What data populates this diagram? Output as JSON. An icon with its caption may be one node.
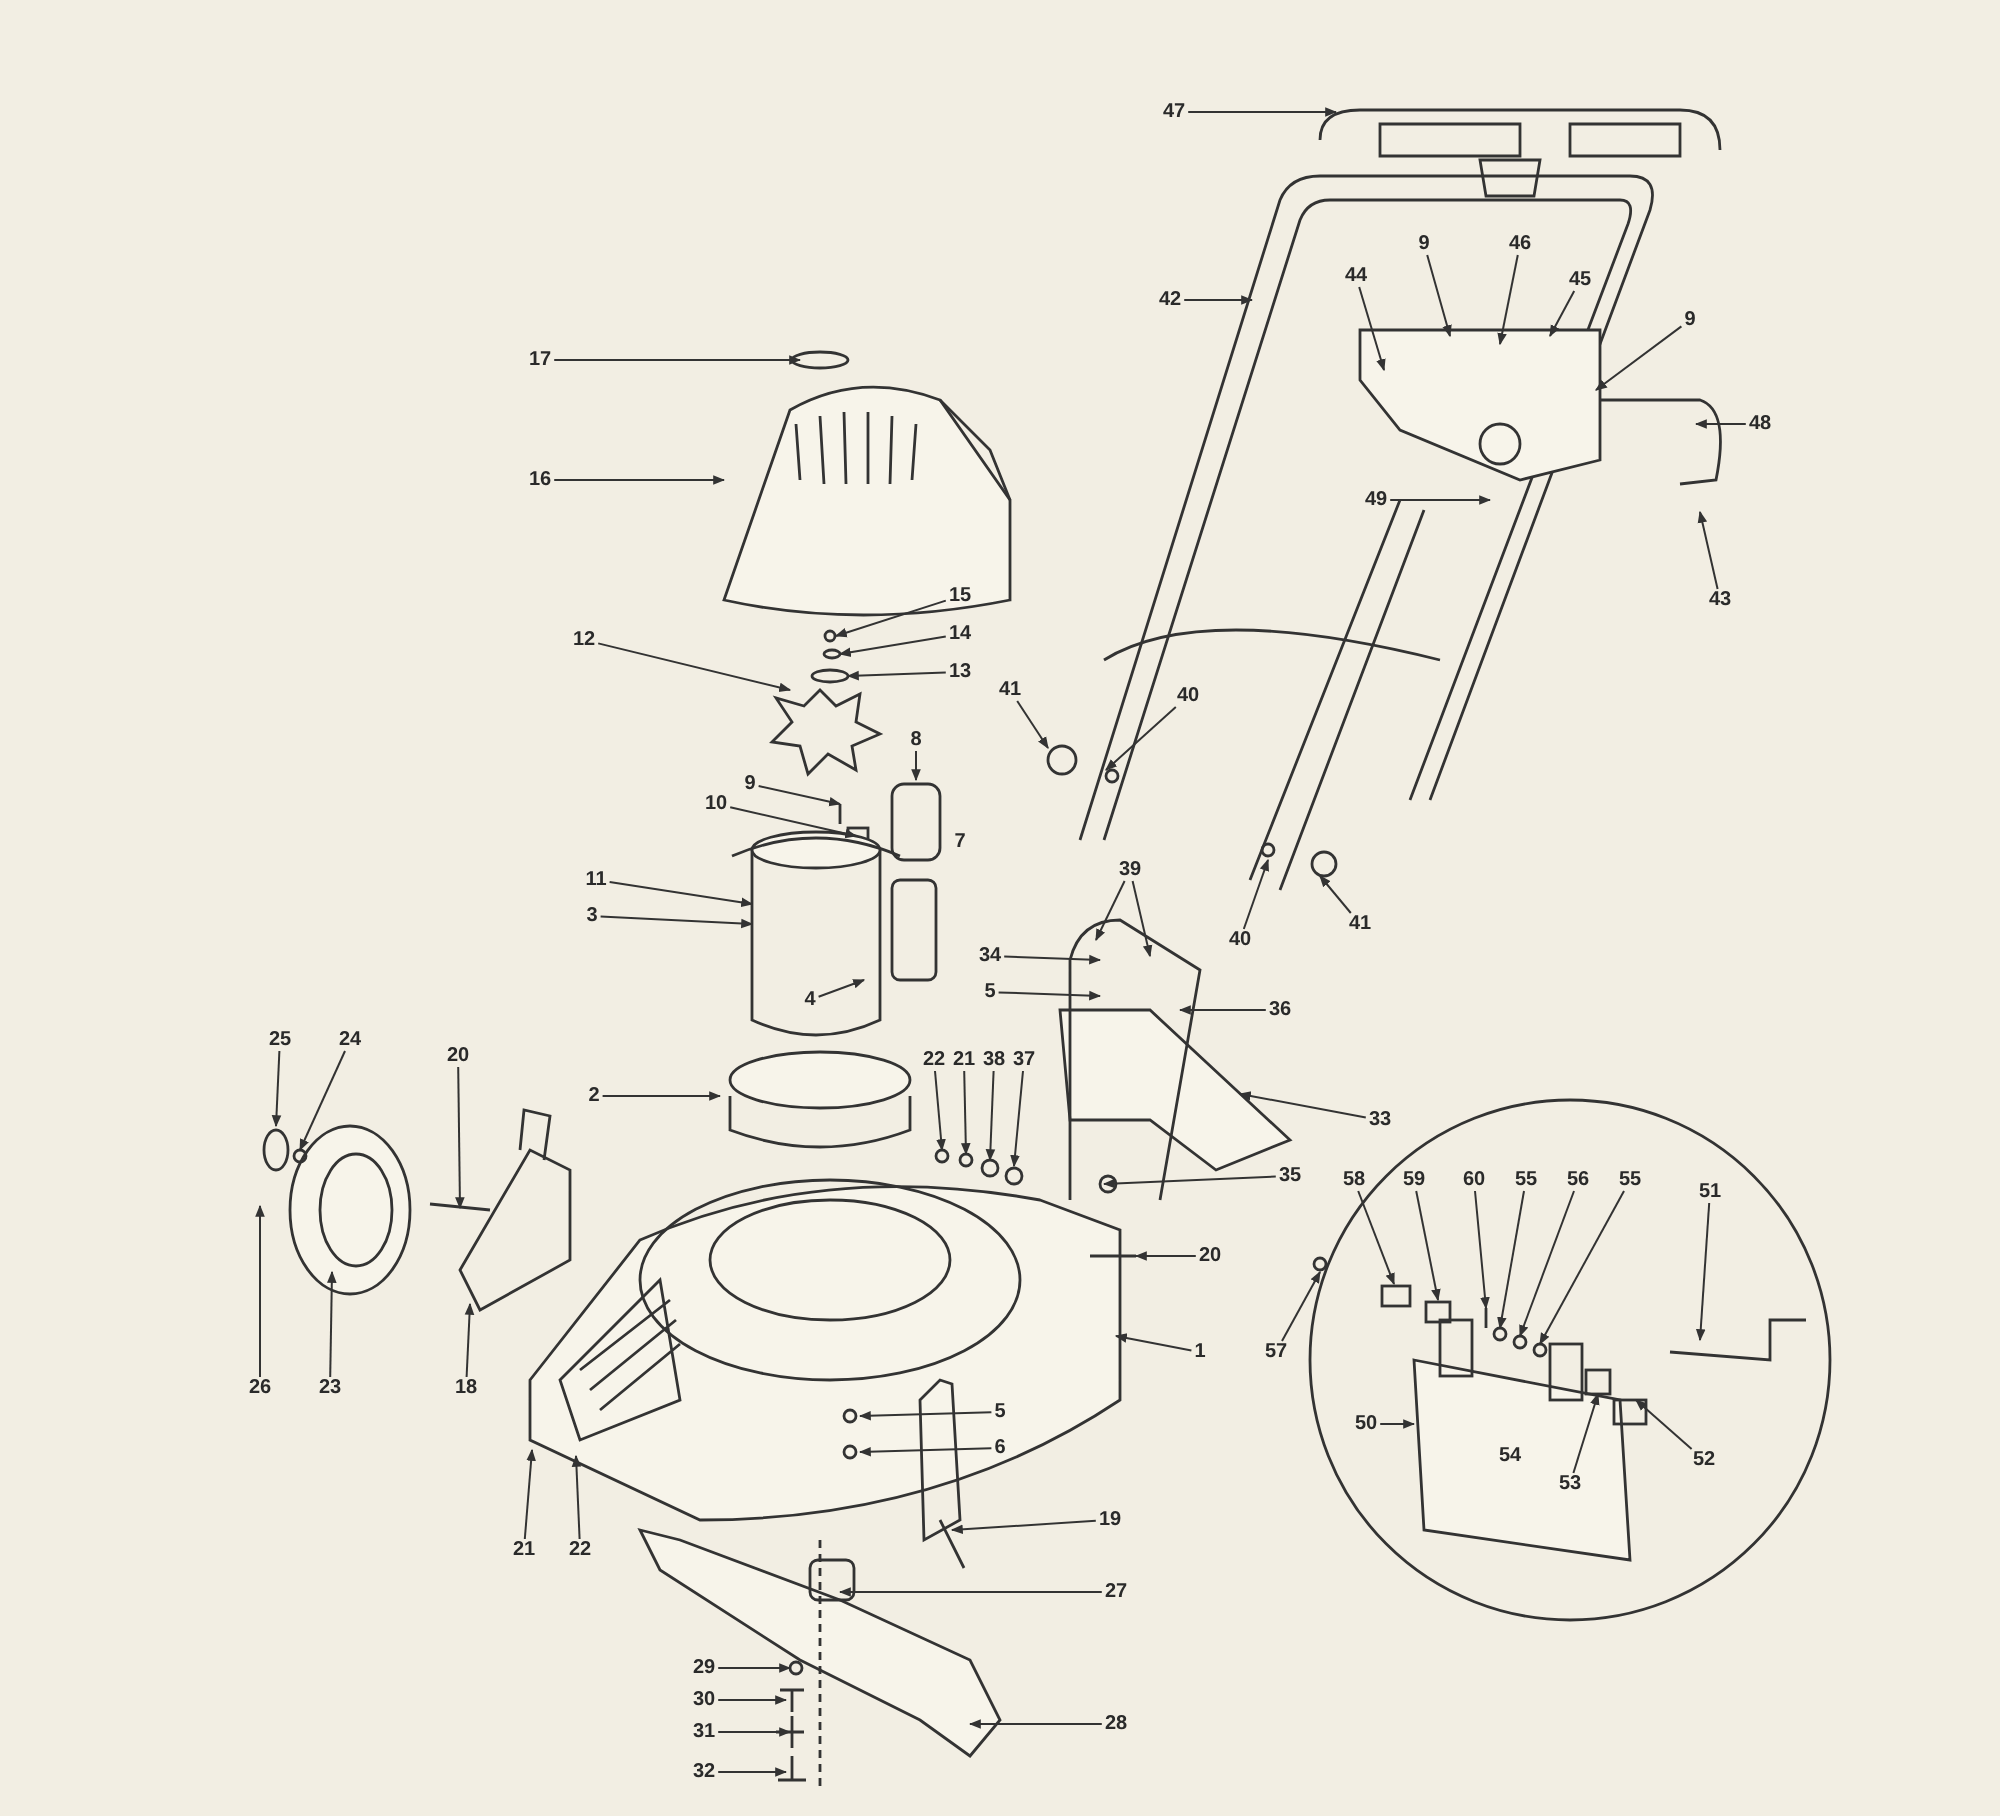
{
  "diagram": {
    "nodes": [
      {
        "text": [
          "47"
        ]
      },
      {
        "text": [
          "44"
        ]
      },
      {
        "text": [
          "45"
        ]
      },
      {
        "text": [
          "9"
        ]
      },
      {
        "text": [
          "46"
        ]
      },
      {
        "text": [
          "9"
        ]
      },
      {
        "text": [
          "42"
        ]
      },
      {
        "text": [
          "17"
        ]
      },
      {
        "text": [
          "48"
        ]
      },
      {
        "text": [
          "16"
        ]
      },
      {
        "text": [
          "49"
        ]
      },
      {
        "text": [
          "43"
        ]
      },
      {
        "text": [
          "12"
        ]
      },
      {
        "text": [
          "15"
        ]
      },
      {
        "text": [
          "14"
        ]
      },
      {
        "text": [
          "13"
        ]
      },
      {
        "text": [
          "41"
        ]
      },
      {
        "text": [
          "8"
        ]
      },
      {
        "text": [
          "40"
        ]
      },
      {
        "text": [
          "9"
        ]
      },
      {
        "text": [
          "10"
        ]
      },
      {
        "text": [
          "11"
        ]
      },
      {
        "text": [
          "3"
        ]
      },
      {
        "text": [
          "39"
        ]
      },
      {
        "text": [
          "40"
        ]
      },
      {
        "text": [
          "41"
        ]
      },
      {
        "text": [
          "34"
        ]
      },
      {
        "text": [
          "4"
        ]
      },
      {
        "text": [
          "5"
        ]
      },
      {
        "text": [
          "36"
        ]
      },
      {
        "text": [
          "25"
        ]
      },
      {
        "text": [
          "24"
        ]
      },
      {
        "text": [
          "20"
        ]
      },
      {
        "text": [
          "2"
        ]
      },
      {
        "text": [
          "22"
        ]
      },
      {
        "text": [
          "21"
        ]
      },
      {
        "text": [
          "38"
        ]
      },
      {
        "text": [
          "37"
        ]
      },
      {
        "text": [
          "33"
        ]
      },
      {
        "text": [
          "35"
        ]
      },
      {
        "text": [
          "58"
        ]
      },
      {
        "text": [
          "60"
        ]
      },
      {
        "text": [
          "51"
        ]
      },
      {
        "text": [
          "59"
        ]
      },
      {
        "text": [
          "20"
        ]
      },
      {
        "text": [
          "56"
        ]
      },
      {
        "text": [
          "55"
        ]
      },
      {
        "text": [
          "57"
        ]
      },
      {
        "text": [
          "55"
        ]
      },
      {
        "text": [
          "1"
        ]
      },
      {
        "text": [
          "50"
        ]
      },
      {
        "text": [
          "53"
        ]
      },
      {
        "text": [
          "26"
        ]
      },
      {
        "text": [
          "23"
        ]
      },
      {
        "text": [
          "18"
        ]
      },
      {
        "text": [
          "52"
        ]
      },
      {
        "text": [
          "5"
        ]
      },
      {
        "text": [
          "6"
        ]
      },
      {
        "text": [
          "19"
        ]
      },
      {
        "text": [
          "21"
        ]
      },
      {
        "text": [
          "22"
        ]
      },
      {
        "text": [
          "27"
        ]
      },
      {
        "text": [
          "29"
        ]
      },
      {
        "text": [
          "30"
        ]
      },
      {
        "text": [
          "31"
        ]
      },
      {
        "text": [
          "32"
        ]
      },
      {
        "text": [
          "28"
        ]
      }
    ],
    "edges": [
      {
        "from": 0,
        "to": null,
        "arrow": "to"
      },
      {
        "from": 1,
        "to": null,
        "arrow": "to"
      },
      {
        "from": 2,
        "to": null,
        "arrow": "to"
      },
      {
        "from": 3,
        "to": null,
        "arrow": "to"
      },
      {
        "from": 4,
        "to": null,
        "arrow": "to"
      },
      {
        "from": 5,
        "to": null,
        "arrow": "to"
      },
      {
        "from": 6,
        "to": null,
        "arrow": "to"
      },
      {
        "from": 7,
        "to": null,
        "arrow": "to"
      },
      {
        "from": 8,
        "to": null,
        "arrow": "to"
      },
      {
        "from": 9,
        "to": null,
        "arrow": "to"
      },
      {
        "from": 10,
        "to": null,
        "arrow": "to"
      },
      {
        "from": 11,
        "to": null,
        "arrow": "to"
      },
      {
        "from": 12,
        "to": null,
        "arrow": "to"
      },
      {
        "from": 13,
        "to": null,
        "arrow": "to"
      },
      {
        "from": 14,
        "to": null,
        "arrow": "to"
      },
      {
        "from": 15,
        "to": null,
        "arrow": "to"
      },
      {
        "from": 16,
        "to": null,
        "arrow": "to"
      },
      {
        "from": 17,
        "to": null,
        "arrow": "to"
      },
      {
        "from": 18,
        "to": null,
        "arrow": "to"
      },
      {
        "from": 19,
        "to": null,
        "arrow": "to"
      },
      {
        "from": 20,
        "to": null,
        "arrow": "to"
      },
      {
        "from": 21,
        "to": null,
        "arrow": "to"
      },
      {
        "from": 22,
        "to": null,
        "arrow": "to"
      },
      {
        "from": 23,
        "to": null,
        "arrow": "to"
      },
      {
        "from": 23,
        "to": null,
        "arrow": "to"
      },
      {
        "from": 24,
        "to": null,
        "arrow": "to"
      },
      {
        "from": 25,
        "to": null,
        "arrow": "to"
      },
      {
        "from": 26,
        "to": null,
        "arrow": "to"
      },
      {
        "from": 27,
        "to": null,
        "arrow": "to"
      },
      {
        "from": 28,
        "to": null,
        "arrow": "to"
      },
      {
        "from": 29,
        "to": null,
        "arrow": "to"
      },
      {
        "from": 30,
        "to": null,
        "arrow": "to"
      },
      {
        "from": 31,
        "to": null,
        "arrow": "to"
      },
      {
        "from": 32,
        "to": null,
        "arrow": "to"
      },
      {
        "from": 33,
        "to": null,
        "arrow": "to"
      },
      {
        "from": 34,
        "to": null,
        "arrow": "to"
      },
      {
        "from": 35,
        "to": null,
        "arrow": "to"
      },
      {
        "from": 36,
        "to": null,
        "arrow": "to"
      },
      {
        "from": 37,
        "to": null,
        "arrow": "to"
      },
      {
        "from": 38,
        "to": null,
        "arrow": "to"
      },
      {
        "from": 39,
        "to": null,
        "arrow": "to"
      },
      {
        "from": 40,
        "to": null,
        "arrow": "to"
      },
      {
        "from": 41,
        "to": null,
        "arrow": "to"
      },
      {
        "from": 42,
        "to": null,
        "arrow": "to"
      },
      {
        "from": 43,
        "to": null,
        "arrow": "to"
      },
      {
        "from": 44,
        "to": null,
        "arrow": "to"
      },
      {
        "from": 45,
        "to": null,
        "arrow": "to"
      },
      {
        "from": 46,
        "to": null,
        "arrow": "to"
      },
      {
        "from": 47,
        "to": null,
        "arrow": "to"
      },
      {
        "from": 48,
        "to": null,
        "arrow": "to"
      },
      {
        "from": 49,
        "to": null,
        "arrow": "to"
      },
      {
        "from": 50,
        "to": null,
        "arrow": "to"
      },
      {
        "from": 51,
        "to": null,
        "arrow": "to"
      },
      {
        "from": 52,
        "to": null,
        "arrow": "to"
      },
      {
        "from": 53,
        "to": null,
        "arrow": "to"
      },
      {
        "from": 54,
        "to": null,
        "arrow": "to"
      },
      {
        "from": 55,
        "to": null,
        "arrow": "to"
      },
      {
        "from": 56,
        "to": null,
        "arrow": "to"
      },
      {
        "from": 57,
        "to": null,
        "arrow": "to"
      },
      {
        "from": 58,
        "to": null,
        "arrow": "to"
      },
      {
        "from": 59,
        "to": null,
        "arrow": "to"
      },
      {
        "from": 60,
        "to": null,
        "arrow": "to"
      },
      {
        "from": 61,
        "to": null,
        "arrow": "to"
      },
      {
        "from": 62,
        "to": null,
        "arrow": "to"
      },
      {
        "from": 63,
        "to": null,
        "arrow": "to"
      },
      {
        "from": 64,
        "to": null,
        "arrow": "to"
      },
      {
        "from": 65,
        "to": null,
        "arrow": "to"
      },
      {
        "from": 66,
        "to": null,
        "arrow": "to"
      }
    ],
    "labels": [
      "7",
      "54"
    ]
  }
}
